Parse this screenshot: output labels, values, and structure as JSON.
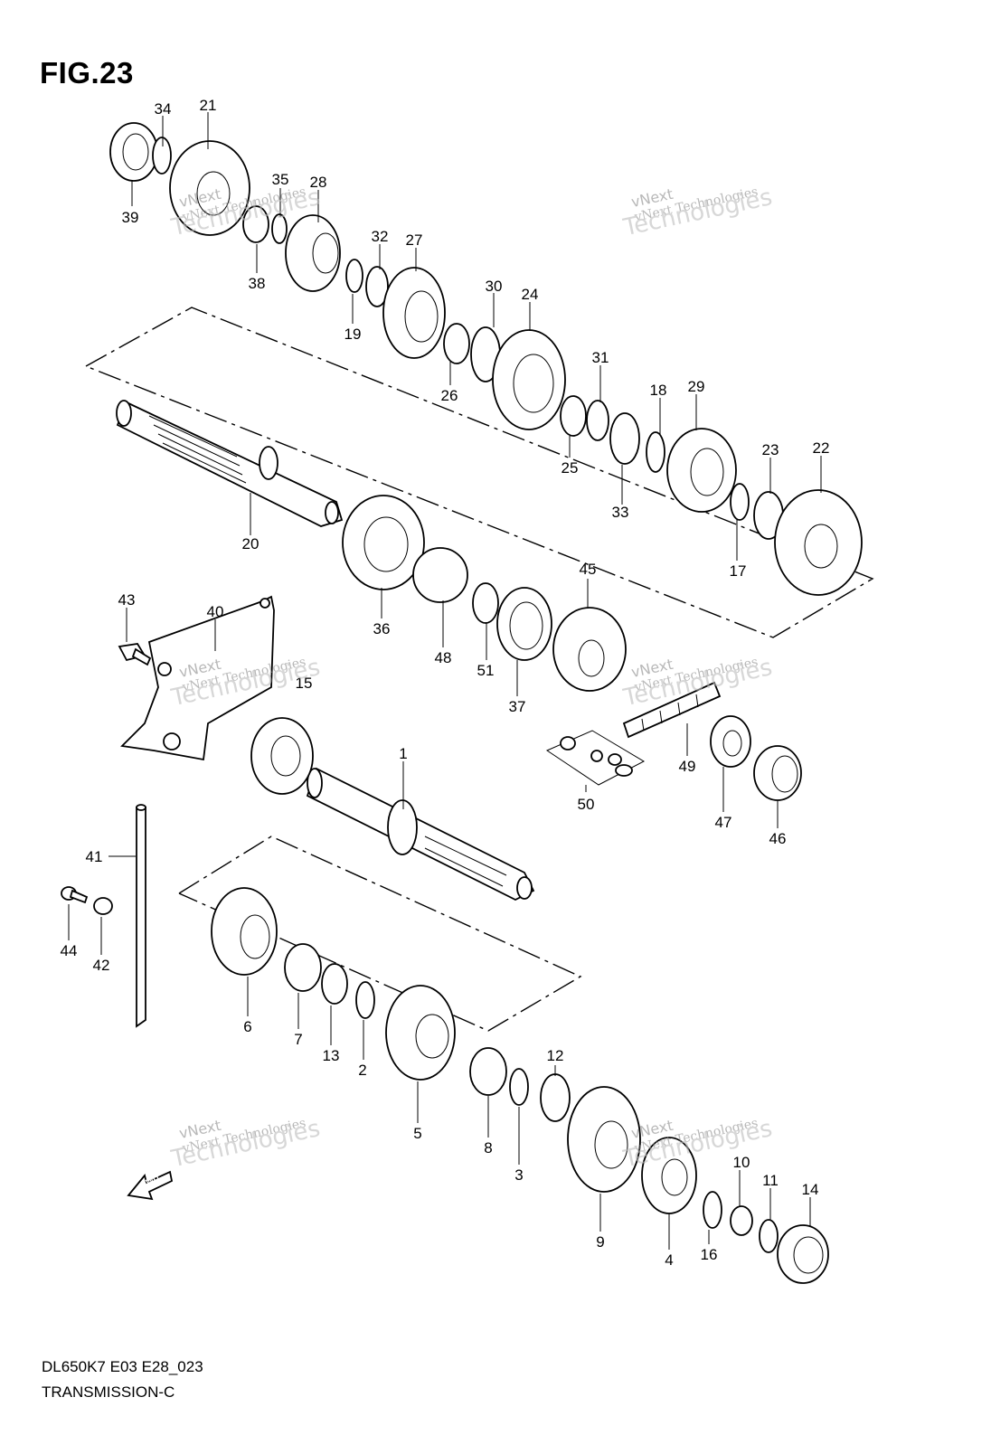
{
  "header": {
    "figure": "FIG.23"
  },
  "footer": {
    "code": "DL650K7 E03 E28_023",
    "name": "TRANSMISSION-C"
  },
  "watermark": {
    "line1": "vNext",
    "line2": "vNext Technologies",
    "line3": "Technologies"
  },
  "fwd_arrow": {
    "label": "FWD"
  },
  "callouts": [
    {
      "id": "34",
      "label": "34"
    },
    {
      "id": "21",
      "label": "21"
    },
    {
      "id": "39",
      "label": "39"
    },
    {
      "id": "35",
      "label": "35"
    },
    {
      "id": "28",
      "label": "28"
    },
    {
      "id": "38",
      "label": "38"
    },
    {
      "id": "32",
      "label": "32"
    },
    {
      "id": "27",
      "label": "27"
    },
    {
      "id": "19",
      "label": "19"
    },
    {
      "id": "30",
      "label": "30"
    },
    {
      "id": "24",
      "label": "24"
    },
    {
      "id": "26",
      "label": "26"
    },
    {
      "id": "31",
      "label": "31"
    },
    {
      "id": "18",
      "label": "18"
    },
    {
      "id": "29",
      "label": "29"
    },
    {
      "id": "25",
      "label": "25"
    },
    {
      "id": "33",
      "label": "33"
    },
    {
      "id": "23",
      "label": "23"
    },
    {
      "id": "22",
      "label": "22"
    },
    {
      "id": "17",
      "label": "17"
    },
    {
      "id": "20",
      "label": "20"
    },
    {
      "id": "36",
      "label": "36"
    },
    {
      "id": "48",
      "label": "48"
    },
    {
      "id": "51",
      "label": "51"
    },
    {
      "id": "37",
      "label": "37"
    },
    {
      "id": "45",
      "label": "45"
    },
    {
      "id": "43",
      "label": "43"
    },
    {
      "id": "40",
      "label": "40"
    },
    {
      "id": "15",
      "label": "15"
    },
    {
      "id": "1",
      "label": "1"
    },
    {
      "id": "49",
      "label": "49"
    },
    {
      "id": "50",
      "label": "50"
    },
    {
      "id": "47",
      "label": "47"
    },
    {
      "id": "46",
      "label": "46"
    },
    {
      "id": "41",
      "label": "41"
    },
    {
      "id": "44",
      "label": "44"
    },
    {
      "id": "42",
      "label": "42"
    },
    {
      "id": "6",
      "label": "6"
    },
    {
      "id": "7",
      "label": "7"
    },
    {
      "id": "13",
      "label": "13"
    },
    {
      "id": "2",
      "label": "2"
    },
    {
      "id": "5",
      "label": "5"
    },
    {
      "id": "12",
      "label": "12"
    },
    {
      "id": "8",
      "label": "8"
    },
    {
      "id": "3",
      "label": "3"
    },
    {
      "id": "9",
      "label": "9"
    },
    {
      "id": "10",
      "label": "10"
    },
    {
      "id": "11",
      "label": "11"
    },
    {
      "id": "14",
      "label": "14"
    },
    {
      "id": "4",
      "label": "4"
    },
    {
      "id": "16",
      "label": "16"
    }
  ]
}
